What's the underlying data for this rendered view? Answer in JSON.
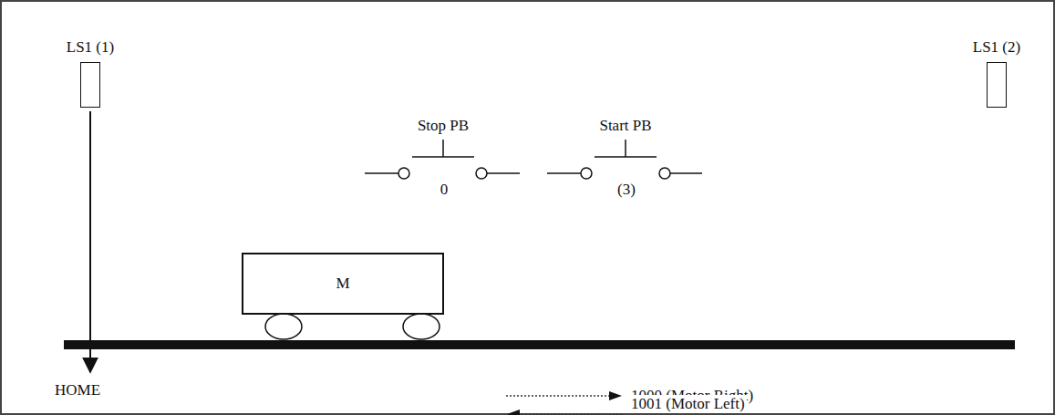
{
  "diagram": {
    "nodes": [
      {
        "text": [
          "LS1 (1)"
        ]
      },
      {
        "text": [
          "LS1 (2)"
        ]
      },
      {
        "text": [
          "M"
        ]
      }
    ],
    "labels": [
      "Stop PB",
      "0",
      "Start PB",
      "(3)",
      "HOME",
      "1000 (Motor Right)",
      "1001 (Motor Left)"
    ]
  }
}
